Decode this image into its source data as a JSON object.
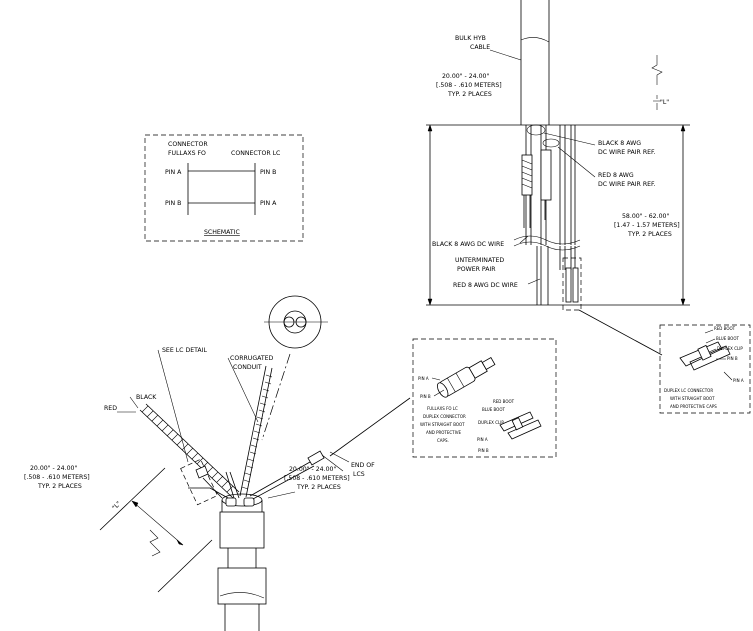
{
  "schematic": {
    "connector_fo_line1": "CONNECTOR",
    "connector_fo_line2": "FULLAXS FO",
    "connector_lc": "CONNECTOR LC",
    "pin_a_left": "PIN A",
    "pin_b_left": "PIN B",
    "pin_b_right": "PIN B",
    "pin_a_right": "PIN A",
    "title": "SCHEMATIC"
  },
  "cable_side": {
    "bulk_line1": "BULK HYB",
    "bulk_line2": "CABLE",
    "dim_top_line1": "20.00\" - 24.00\"",
    "dim_top_line2": "[.508 - .610 METERS]",
    "dim_top_line3": "TYP. 2 PLACES",
    "black_ref_line1": "BLACK 8 AWG",
    "black_ref_line2": "DC WIRE PAIR REF.",
    "red_ref_line1": "RED 8 AWG",
    "red_ref_line2": "DC WIRE PAIR REF.",
    "dim_right_line1": "58.00\" - 62.00\"",
    "dim_right_line2": "[1.47 - 1.57 METERS]",
    "dim_right_line3": "TYP. 2 PLACES",
    "black_wire": "BLACK 8 AWG DC WIRE",
    "unterm_line1": "UNTERMINATED",
    "unterm_line2": "POWER PAIR",
    "red_wire": "RED 8 AWG DC WIRE",
    "l_label": "\"L\""
  },
  "lc_detail": {
    "red_boot": "RED BOOT",
    "blue_boot": "BLUE BOOT",
    "duplex_clip": "DUPLEX CLIP",
    "pin_b": "PIN B",
    "pin_a": "PIN A",
    "caption_line1": "DUPLEX LC CONNECTOR",
    "caption_line2": "WITH STRAIGHT BOOT",
    "caption_line3": "AND PROTECTIVE CAPS"
  },
  "fo_detail": {
    "pin_a": "PIN A",
    "pin_b": "PIN B",
    "red_boot": "RED BOOT",
    "blue_boot": "BLUE BOOT",
    "duplex_clip": "DUPLEX CLIP",
    "pin_a2": "PIN A",
    "pin_b2": "PIN B",
    "caption_line1": "FULLAXS FO LC",
    "caption_line2": "DUPLEX CONNECTOR",
    "caption_line3": "WITH STRAIGHT BOOT",
    "caption_line4": "AND PROTECTIVE",
    "caption_line5": "CAPS."
  },
  "assembly": {
    "see_lc": "SEE LC DETAIL",
    "corr_line1": "CORRUGATED",
    "corr_line2": "CONDUIT",
    "black": "BLACK",
    "red": "RED",
    "end_line1": "END OF",
    "end_line2": "LCs",
    "dim_left_line1": "20.00\" - 24.00\"",
    "dim_left_line2": "[.508 - .610 METERS]",
    "dim_left_line3": "TYP. 2 PLACES",
    "dim_mid_line1": "20.00\" - 24.00\"",
    "dim_mid_line2": "[.508 - .610 METERS]",
    "dim_mid_line3": "TYP. 2 PLACES",
    "l_label": "\"L\""
  }
}
